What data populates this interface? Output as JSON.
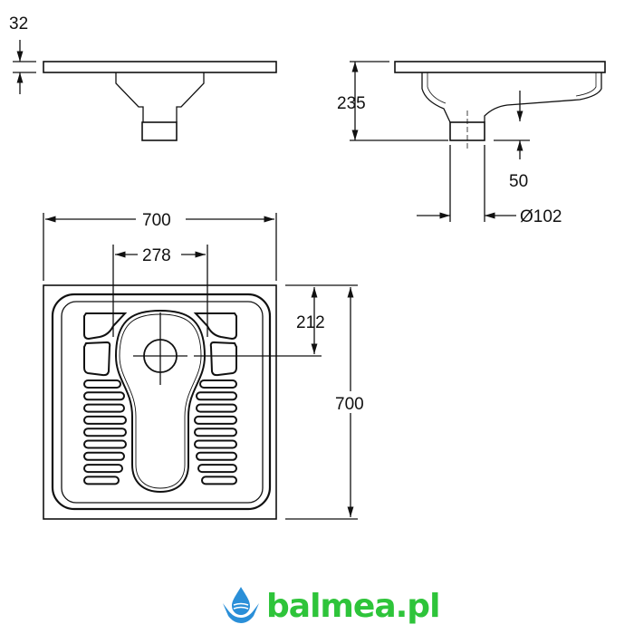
{
  "dimensions": {
    "plate_thickness": "32",
    "total_height": "235",
    "outlet_height": "50",
    "outlet_diameter": "Ø102",
    "width": "700",
    "depth": "700",
    "footrest_spacing": "278",
    "drain_offset": "212"
  },
  "logo": {
    "text": "balmea.pl",
    "brand_color": "#2ec43a",
    "icon_color": "#2a8fd8"
  }
}
